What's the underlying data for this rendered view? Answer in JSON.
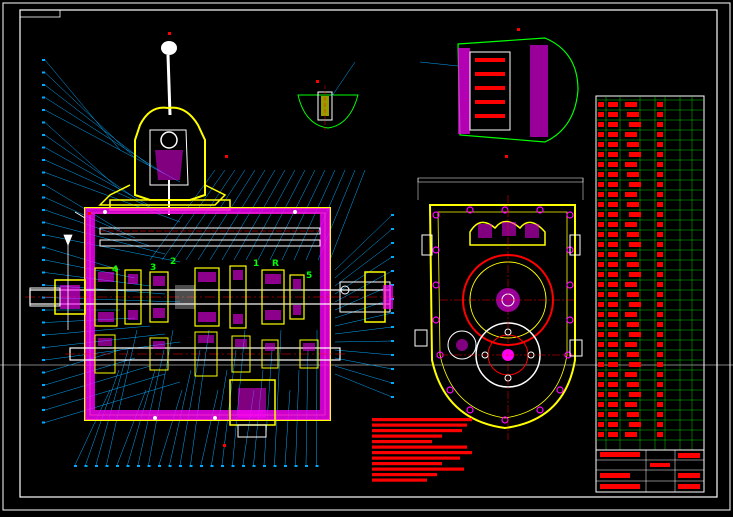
{
  "colors": {
    "background": "#000000",
    "frame": "#ffffff",
    "outline": "#ffff00",
    "section_hatch": "#ff00ff",
    "cyan": "#00ffff",
    "centerline": "#ff0000",
    "leader": "#00aaff",
    "green": "#00ff00",
    "table_red": "#ff0000",
    "table_grid": "#00ff00",
    "label_blocks": "#ff0000"
  },
  "labels": {
    "gear_numbers": [
      "4",
      "3",
      "2",
      "1",
      "R",
      "5"
    ]
  },
  "drawing": {
    "main_section": "longitudinal-section",
    "side_view": "transverse-section",
    "details": [
      "detail-top-center",
      "detail-top-right"
    ],
    "parts_list": "parts-table",
    "notes": "technical-requirements"
  }
}
